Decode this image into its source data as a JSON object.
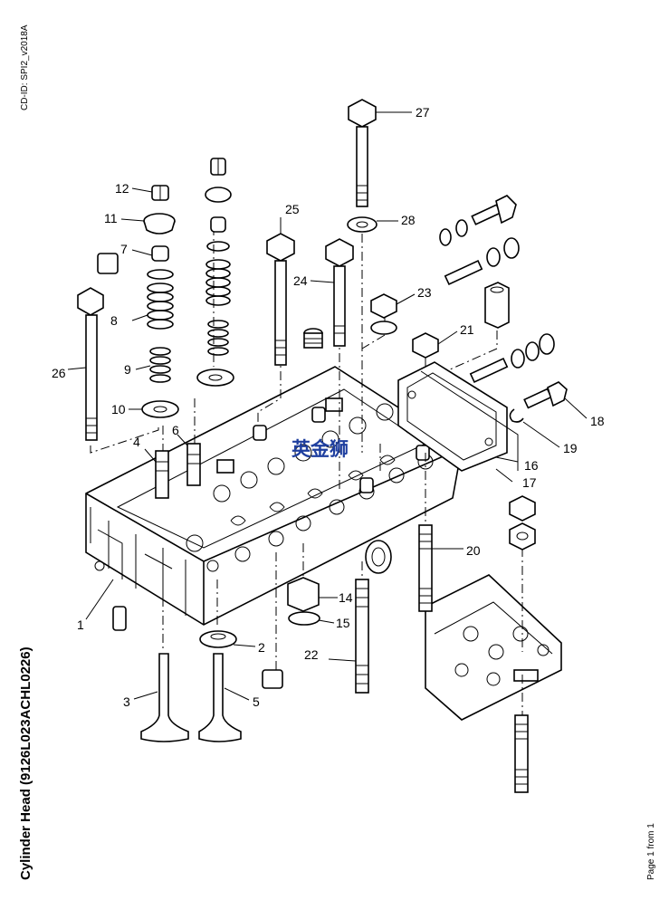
{
  "header": {
    "cd_id": "CD-ID: SPI2_v2018A"
  },
  "title": "Cylinder Head (9126L023ACHL0226)",
  "footer": {
    "page": "Page 1 from 1"
  },
  "watermark": "英金狮",
  "callouts": [
    "1",
    "2",
    "3",
    "4",
    "5",
    "6",
    "7",
    "8",
    "9",
    "10",
    "11",
    "12",
    "14",
    "15",
    "16",
    "17",
    "18",
    "19",
    "20",
    "21",
    "22",
    "23",
    "24",
    "25",
    "26",
    "27",
    "28"
  ],
  "parts": [
    {
      "label": "1",
      "name": "cylinder-head"
    },
    {
      "label": "2",
      "name": "valve-guide-seal"
    },
    {
      "label": "3",
      "name": "intake-valve"
    },
    {
      "label": "4",
      "name": "valve-guide"
    },
    {
      "label": "5",
      "name": "exhaust-valve"
    },
    {
      "label": "6",
      "name": "valve-guide"
    },
    {
      "label": "7",
      "name": "valve-stem-seal"
    },
    {
      "label": "8",
      "name": "outer-valve-spring"
    },
    {
      "label": "9",
      "name": "inner-valve-spring"
    },
    {
      "label": "10",
      "name": "spring-seat-washer"
    },
    {
      "label": "11",
      "name": "spring-retainer"
    },
    {
      "label": "12",
      "name": "valve-collets"
    },
    {
      "label": "14",
      "name": "plug"
    },
    {
      "label": "15",
      "name": "sealing-ring"
    },
    {
      "label": "16",
      "name": "gasket"
    },
    {
      "label": "17",
      "name": "cover-plate"
    },
    {
      "label": "18",
      "name": "bolt"
    },
    {
      "label": "19",
      "name": "lock-washer"
    },
    {
      "label": "20",
      "name": "stud"
    },
    {
      "label": "21",
      "name": "nut"
    },
    {
      "label": "22",
      "name": "stud"
    },
    {
      "label": "23",
      "name": "nut"
    },
    {
      "label": "24",
      "name": "head-bolt"
    },
    {
      "label": "25",
      "name": "head-bolt"
    },
    {
      "label": "26",
      "name": "head-bolt"
    },
    {
      "label": "27",
      "name": "head-bolt"
    },
    {
      "label": "28",
      "name": "washer"
    }
  ]
}
